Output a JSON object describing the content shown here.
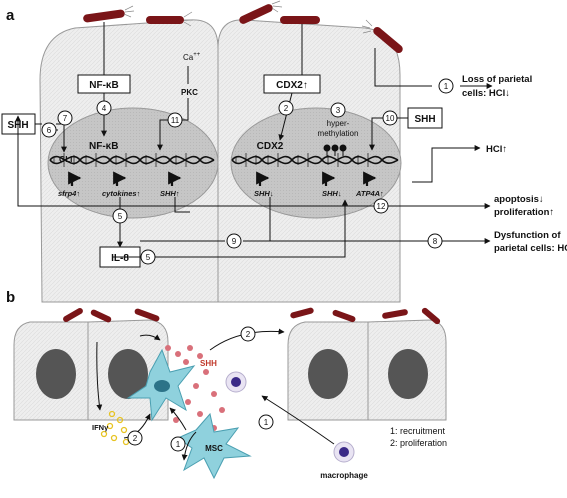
{
  "panel_a": {
    "label": "a",
    "left_cell": {
      "nfkb_box": "NF-κB",
      "ca": "Ca",
      "ca_sup": "++",
      "pkc": "PKC",
      "nucleus_nfkb": "NF-κB",
      "gli": "GLI",
      "genes": [
        "sfrp4↑",
        "cytokines↑",
        "SHH↑"
      ]
    },
    "right_cell": {
      "cdx2_box": "CDX2↑",
      "nucleus_cdx2": "CDX2",
      "hyper": "hyper-",
      "methylation": "methylation",
      "genes": [
        "SHH↓",
        "SHH↓",
        "ATP4A↑"
      ]
    },
    "shh_left": "SHH",
    "shh_right": "SHH",
    "il8": "IL-8",
    "steps": [
      "1",
      "2",
      "3",
      "4",
      "5",
      "5",
      "6",
      "7",
      "8",
      "9",
      "10",
      "11",
      "12"
    ],
    "outcomes": {
      "loss_l1": "Loss of parietal",
      "loss_l2": "cells: HCl↓",
      "hcl_up": "HCl↑",
      "apop": "apoptosis↓",
      "prolif": "proliferation↑",
      "dys_l1": "Dysfunction of",
      "dys_l2": "parietal cells: HCl↓"
    }
  },
  "panel_b": {
    "label": "b",
    "shh": "SHH",
    "ifn": "IFNγ",
    "msc": "MSC",
    "macrophage": "macrophage",
    "steps": [
      "2",
      "2",
      "1",
      "1"
    ],
    "legend": [
      "1: recruitment",
      "2: proliferation"
    ]
  },
  "colors": {
    "bacteria": "#7a1518",
    "cell_fill": "#efefef",
    "nucleus_fill": "#c8c8c8",
    "msc_fill": "#8fd1dd",
    "shh_dot": "#d9707a",
    "ifn_dot": "#f0d23a"
  }
}
